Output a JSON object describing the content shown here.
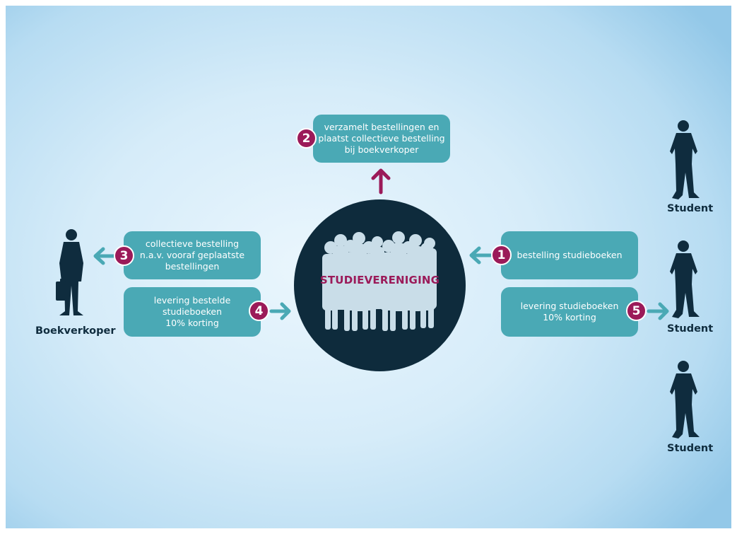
{
  "hub": {
    "title": "STUDIEVERENIGING"
  },
  "steps": [
    {
      "num": "1",
      "lines": [
        "bestelling studieboeken"
      ]
    },
    {
      "num": "2",
      "lines": [
        "verzamelt bestellingen en",
        "plaatst collectieve bestelling",
        "bij boekverkoper"
      ]
    },
    {
      "num": "3",
      "lines": [
        "collectieve bestelling",
        "n.a.v. vooraf geplaatste",
        "bestellingen"
      ]
    },
    {
      "num": "4",
      "lines": [
        "levering bestelde",
        "studieboeken",
        "10% korting"
      ]
    },
    {
      "num": "5",
      "lines": [
        "levering studieboeken",
        "10% korting"
      ]
    }
  ],
  "actors": {
    "bookseller": "Boekverkoper",
    "students": [
      "Student",
      "Student",
      "Student"
    ]
  },
  "colors": {
    "box": "#4aa9b5",
    "badge": "#9b1a59",
    "hub": "#0e2b3c",
    "silhouette": "#0f2c3e",
    "crowd": "#c9dde8"
  }
}
